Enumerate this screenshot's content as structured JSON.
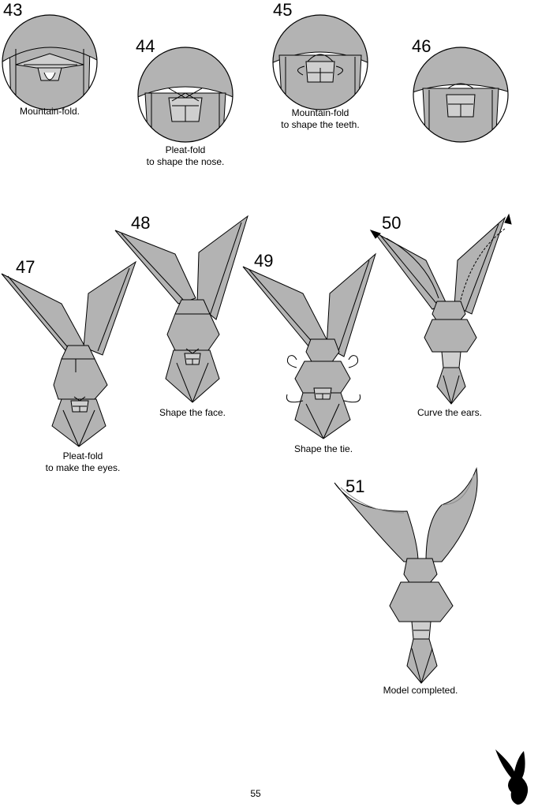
{
  "page_number": "55",
  "steps": [
    {
      "number": "43",
      "caption": [
        "Mountain-fold."
      ]
    },
    {
      "number": "44",
      "caption": [
        "Pleat-fold",
        "to shape the nose."
      ]
    },
    {
      "number": "45",
      "caption": [
        "Mountain-fold",
        "to shape the teeth."
      ]
    },
    {
      "number": "46",
      "caption": []
    },
    {
      "number": "47",
      "caption": [
        "Pleat-fold",
        "to make the eyes."
      ]
    },
    {
      "number": "48",
      "caption": [
        "Shape the face."
      ]
    },
    {
      "number": "49",
      "caption": [
        "Shape the tie."
      ]
    },
    {
      "number": "50",
      "caption": [
        "Curve the ears."
      ]
    },
    {
      "number": "51",
      "caption": [
        "Model completed."
      ]
    }
  ],
  "icons": [
    "bunny-logo-icon",
    "arrow-icon"
  ],
  "colors": {
    "paper": "#b3b3b3",
    "paper_light": "#cfcfcf",
    "line": "#000000",
    "background": "#ffffff"
  }
}
